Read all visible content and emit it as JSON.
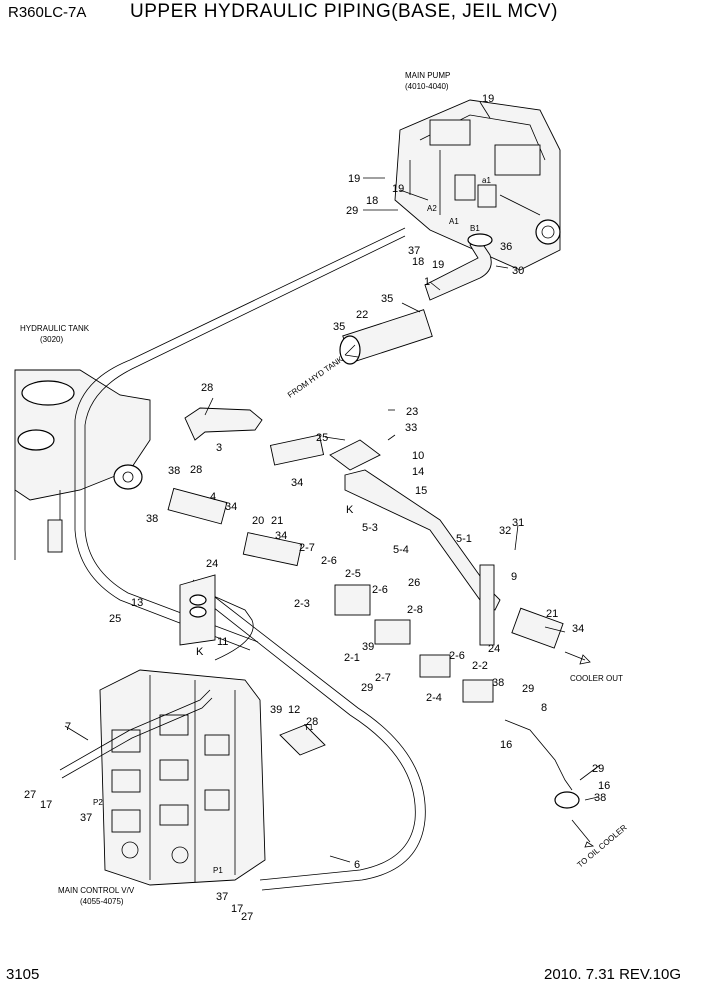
{
  "header": {
    "model": "R360LC-7A",
    "title": "UPPER HYDRAULIC PIPING(BASE, JEIL MCV)"
  },
  "footer": {
    "page_number": "3105",
    "revision": "2010. 7.31  REV.10G"
  },
  "components": {
    "main_pump": {
      "name": "MAIN PUMP",
      "ref": "(4010-4040)"
    },
    "hydraulic_tank": {
      "name": "HYDRAULIC TANK",
      "ref": "(3020)"
    },
    "main_control_valve": {
      "name": "MAIN CONTROL V/V",
      "ref": "(4055-4075)"
    }
  },
  "flow_labels": {
    "from_tank": "FROM HYD TANK",
    "cooler_out": "COOLER OUT",
    "to_oil_cooler": "TO OIL COOLER"
  },
  "port_labels": {
    "a1": "A1",
    "a2": "A2",
    "b1": "B1",
    "a3": "a1",
    "p1": "P1",
    "p2": "P2",
    "t1": "T1"
  },
  "view_markers": {
    "k_upper": "K",
    "k_lower": "K"
  },
  "callouts": [
    "19",
    "19",
    "19",
    "29",
    "18",
    "37",
    "18",
    "19",
    "36",
    "30",
    "1",
    "35",
    "22",
    "35",
    "28",
    "3",
    "38",
    "28",
    "4",
    "38",
    "34",
    "21",
    "34",
    "25",
    "23",
    "33",
    "10",
    "14",
    "15",
    "K",
    "5-3",
    "5-4",
    "5-1",
    "34",
    "20",
    "2-7",
    "2-6",
    "2-3",
    "2-5",
    "24",
    "13",
    "25",
    "11",
    "2-6",
    "2-8",
    "39",
    "2-1",
    "2-7",
    "29",
    "2-6",
    "2-4",
    "2-2",
    "38",
    "26",
    "9",
    "32",
    "31",
    "21",
    "24",
    "34",
    "29",
    "8",
    "16",
    "7",
    "27",
    "17",
    "37",
    "P2",
    "39",
    "12",
    "28",
    "6",
    "37",
    "17",
    "27",
    "29",
    "16",
    "38"
  ]
}
